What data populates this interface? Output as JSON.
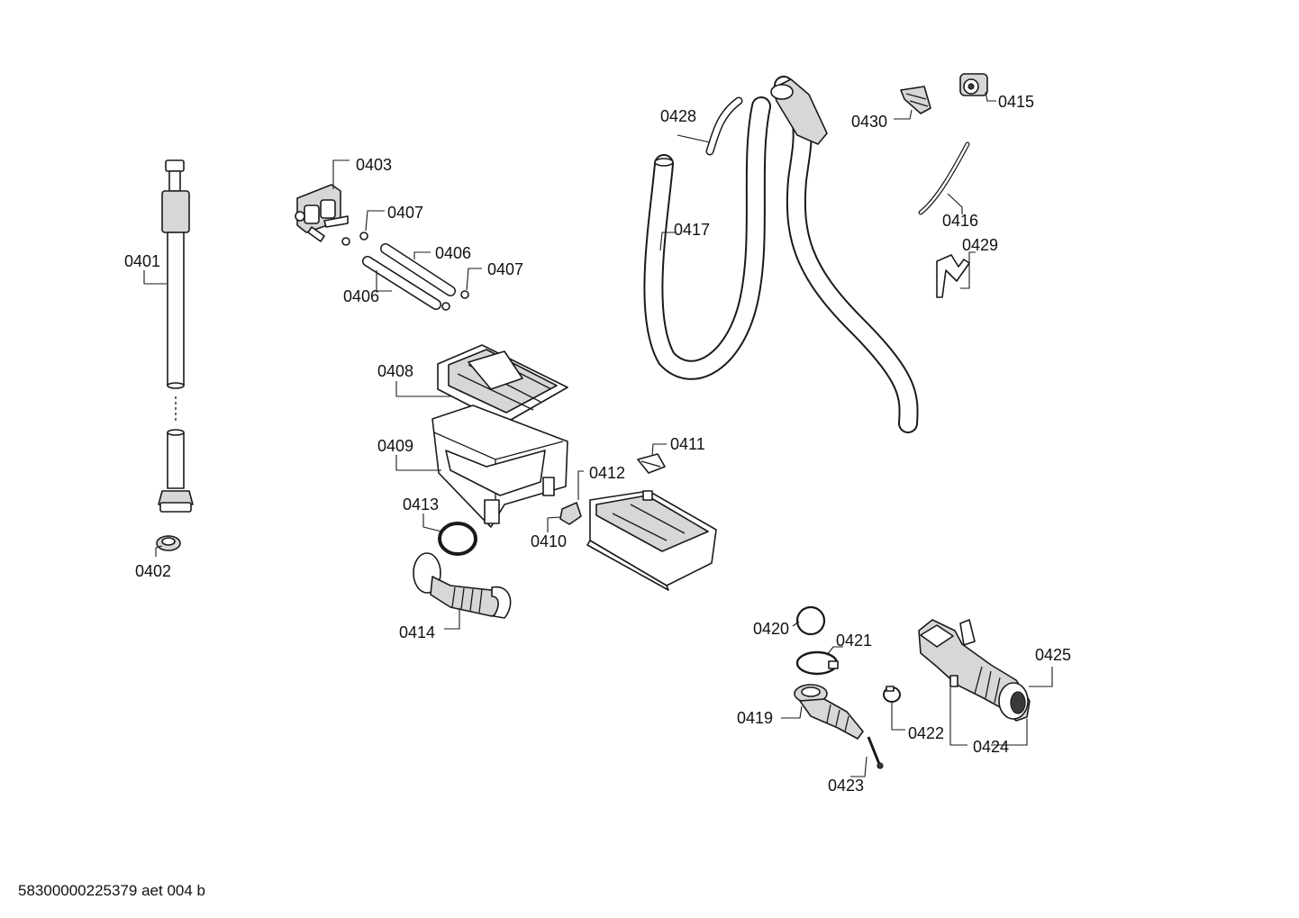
{
  "diagram": {
    "footer_code": "58300000225379 aet 004 b",
    "labels": {
      "p0401": "0401",
      "p0402": "0402",
      "p0403": "0403",
      "p0406a": "0406",
      "p0406b": "0406",
      "p0407a": "0407",
      "p0407b": "0407",
      "p0408": "0408",
      "p0409": "0409",
      "p0410": "0410",
      "p0411": "0411",
      "p0412": "0412",
      "p0413": "0413",
      "p0414": "0414",
      "p0415": "0415",
      "p0416": "0416",
      "p0417": "0417",
      "p0419": "0419",
      "p0420": "0420",
      "p0421": "0421",
      "p0422": "0422",
      "p0423": "0423",
      "p0424": "0424",
      "p0425": "0425",
      "p0428": "0428",
      "p0429": "0429",
      "p0430": "0430"
    }
  }
}
